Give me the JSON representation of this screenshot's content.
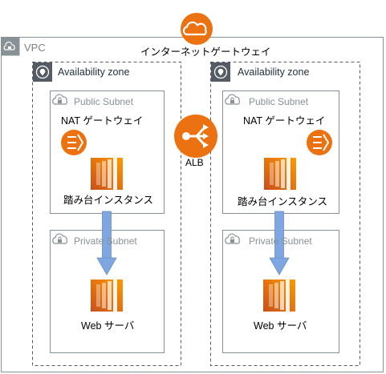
{
  "internet_gateway": {
    "label": "インターネットゲートウェイ",
    "icon": "internet-gateway-icon"
  },
  "vpc": {
    "label": "VPC",
    "icon": "vpc-lock-icon"
  },
  "load_balancer": {
    "label": "ALB",
    "icon": "load-balancer-icon"
  },
  "zones": [
    {
      "label": "Availability zone",
      "public_subnet": {
        "label": "Public Subnet",
        "nat_label": "NAT ゲートウェイ",
        "bastion_label": "踏み台インスタンス"
      },
      "private_subnet": {
        "label": "Private Subnet",
        "web_label": "Web サーバ"
      }
    },
    {
      "label": "Availability zone",
      "public_subnet": {
        "label": "Public Subnet",
        "nat_label": "NAT ゲートウェイ",
        "bastion_label": "踏み台インスタンス"
      },
      "private_subnet": {
        "label": "Private Subnet",
        "web_label": "Web サーバ"
      }
    }
  ],
  "colors": {
    "aws_orange": "#ec7211",
    "arrow_blue": "#7ea6e0",
    "border_gray": "#879196",
    "az_dash": "#545b64"
  }
}
